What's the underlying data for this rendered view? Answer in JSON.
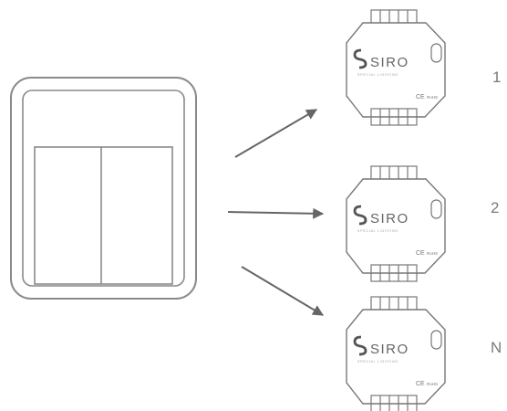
{
  "devices": [
    {
      "brand": "SIRO",
      "tagline": "SPECIAL LIGHTING",
      "label": "1"
    },
    {
      "brand": "SIRO",
      "tagline": "SPECIAL LIGHTING",
      "label": "2"
    },
    {
      "brand": "SIRO",
      "tagline": "SPECIAL LIGHTING",
      "label": "N"
    }
  ],
  "marks": {
    "ce": "CE",
    "rohs": "RoHS"
  },
  "colors": {
    "line": "#7a7a7a",
    "arrow": "#666666",
    "text": "#7a7a7a"
  }
}
